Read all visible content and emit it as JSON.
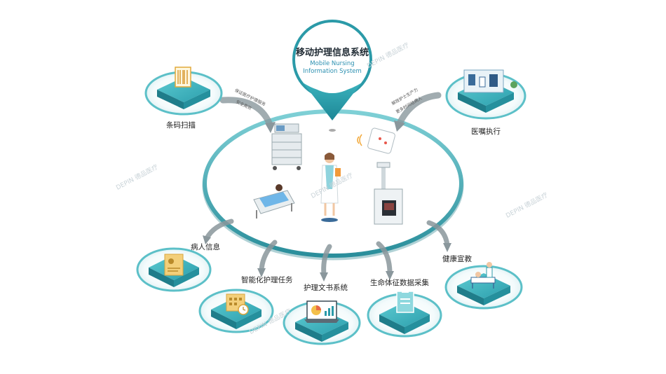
{
  "center": {
    "title": "移动护理信息系统",
    "subtitle_line1": "Mobile Nursing",
    "subtitle_line2": "Information System"
  },
  "nodes": {
    "barcode": "条码扫描",
    "orders": "医嘱执行",
    "patient_info": "病人信息",
    "smart_tasks": "智能化护理任务",
    "nursing_docs": "护理文书系统",
    "vital_signs": "生命体征数据采集",
    "health_edu": "健康宣教"
  },
  "arrow_notes": {
    "left_1": "保证医疗护理服务",
    "left_2": "安全高效",
    "right_1": "解放护士生产力",
    "right_2": "更多时间给病人"
  },
  "watermark": "DEPIN 德品医疗",
  "colors": {
    "teal": "#2b9aa8",
    "teal_dark": "#1f7d8a",
    "teal_light": "#59c2c9",
    "ring": "#3fa3ad"
  }
}
